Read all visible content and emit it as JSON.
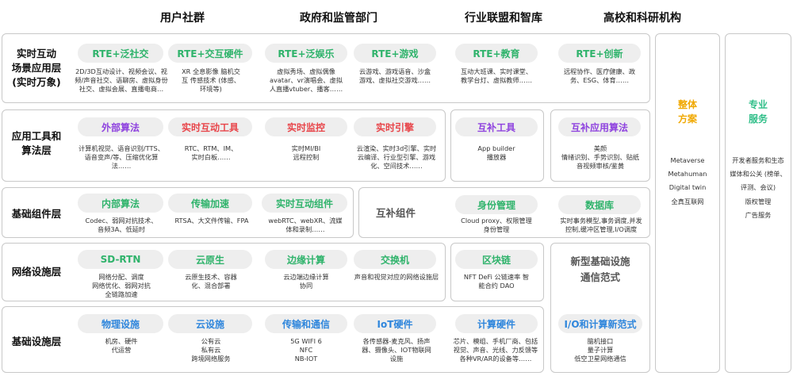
{
  "columns": [
    "用户社群",
    "政府和监管部门",
    "行业联盟和智库",
    "高校和科研机构"
  ],
  "layers": {
    "realtime": {
      "label": "实时互动\n场景应用层\n(实时万象)",
      "items": [
        {
          "title": "RTE+泛社交",
          "desc": "2D/3D互动设计、视频会议、视\n频/声音社交、语聊房、虚拟身份\n社交、虚拟会展、直播电商…"
        },
        {
          "title": "RTE+交互硬件",
          "desc": "XR 全息影像 脑机交\n互 传感技术 (体感、\n环境等)"
        },
        {
          "title": "RTE+泛娱乐",
          "desc": "虚拟秀场、虚拟偶像\navatar、vr演唱会、虚拟\n人直播vtuber、播客……"
        },
        {
          "title": "RTE+游戏",
          "desc": "云游戏、游戏语音、沙盒\n游戏、虚拟社交游戏……"
        },
        {
          "title": "RTE+教育",
          "desc": "互动大班课、实时课堂、\n教学台灯、虚拟教师……"
        },
        {
          "title": "RTE+创新",
          "desc": "远程协作、医疗健康、政\n务、ESG、体育……"
        }
      ]
    },
    "tools": {
      "label": "应用工具和\n算法层",
      "items": [
        {
          "title": "外部算法",
          "desc": "计算机视觉、语音识别/TTS、\n语音变声/等、压缩优化算\n法……"
        },
        {
          "title": "实时互动工具",
          "desc": "RTC、RTM、IM、\n实时白板……"
        },
        {
          "title": "实时监控",
          "desc": "实时MI/BI\n远程控制"
        },
        {
          "title": "实时引擎",
          "desc": "云渲染、实时3d引擎、实时\n云编译、行业型引擎、游戏\n化、空间技术……"
        },
        {
          "title": "互补工具",
          "desc": "App builder\n播放器"
        },
        {
          "title": "互补应用算法",
          "desc": "美颜\n情绪识别、手势识别、贴纸\n音视频审核/鉴黄"
        }
      ]
    },
    "components": {
      "label": "基础组件层",
      "items": [
        {
          "title": "内部算法",
          "desc": "Codec、弱网对抗技术、\n音频3A、低延时"
        },
        {
          "title": "传输加速",
          "desc": "RTSA、大文件传输、FPA"
        },
        {
          "title": "实时互动组件",
          "desc": "webRTC、webXR、流媒\n体和录制……"
        },
        {
          "title": "身份管理",
          "desc": "Cloud proxy、权限管理\n身份管理"
        },
        {
          "title": "数据库",
          "desc": "实时事务模型,事务调度,并发\n控制,缓冲区管理,I/O调度"
        }
      ],
      "big": "互补组件"
    },
    "network": {
      "label": "网络设施层",
      "items": [
        {
          "title": "SD-RTN",
          "desc": "网络分配、调度\n网络优化、弱网对抗\n全链路加速"
        },
        {
          "title": "云原生",
          "desc": "云原生技术、容器\n化、混合部署"
        },
        {
          "title": "边缘计算",
          "desc": "云边端边缘计算\n协同"
        },
        {
          "title": "交换机",
          "desc": "声音和视觉对应的网络设施层"
        },
        {
          "title": "区块链",
          "desc": "NFT DeFi 公链速率 智\n能合约 DAO"
        }
      ],
      "big": "新型基础设施\n通信范式"
    },
    "infra": {
      "label": "基础设施层",
      "items": [
        {
          "title": "物理设施",
          "desc": "机房、硬件\n代运营"
        },
        {
          "title": "云设施",
          "desc": "公有云\n私有云\n跨境网络服务"
        },
        {
          "title": "传输和通信",
          "desc": "5G  WIFI 6\nNFC\nNB-IOT"
        },
        {
          "title": "IoT硬件",
          "desc": "各传感器-麦克风、扬声\n器、摄像头、IOT物联网\n设施"
        },
        {
          "title": "计算硬件",
          "desc": "芯片、模组、手机厂商、包括\n视觉、声音、光线、力反馈等\n各种VR/AR的设备等……"
        },
        {
          "title": "I/O和计算新范式",
          "desc": "脑机接口\n量子计算\n低空卫星网络通信"
        }
      ]
    }
  },
  "side": {
    "overall": {
      "title": "整体\n方案",
      "list": "Metaverse\nMetahuman\nDigital twin\n全真互联网"
    },
    "service": {
      "title": "专业\n服务",
      "list": "开发者服务和生态\n媒体和公关 (榜单、\n评测、会议)\n版权管理\n广告服务"
    }
  },
  "colors": {
    "green": "#2fb36b",
    "purple": "#8f43df",
    "red": "#e8454a",
    "blue": "#2f86dc",
    "orange": "#f0a800",
    "teal": "#2fbe88"
  }
}
